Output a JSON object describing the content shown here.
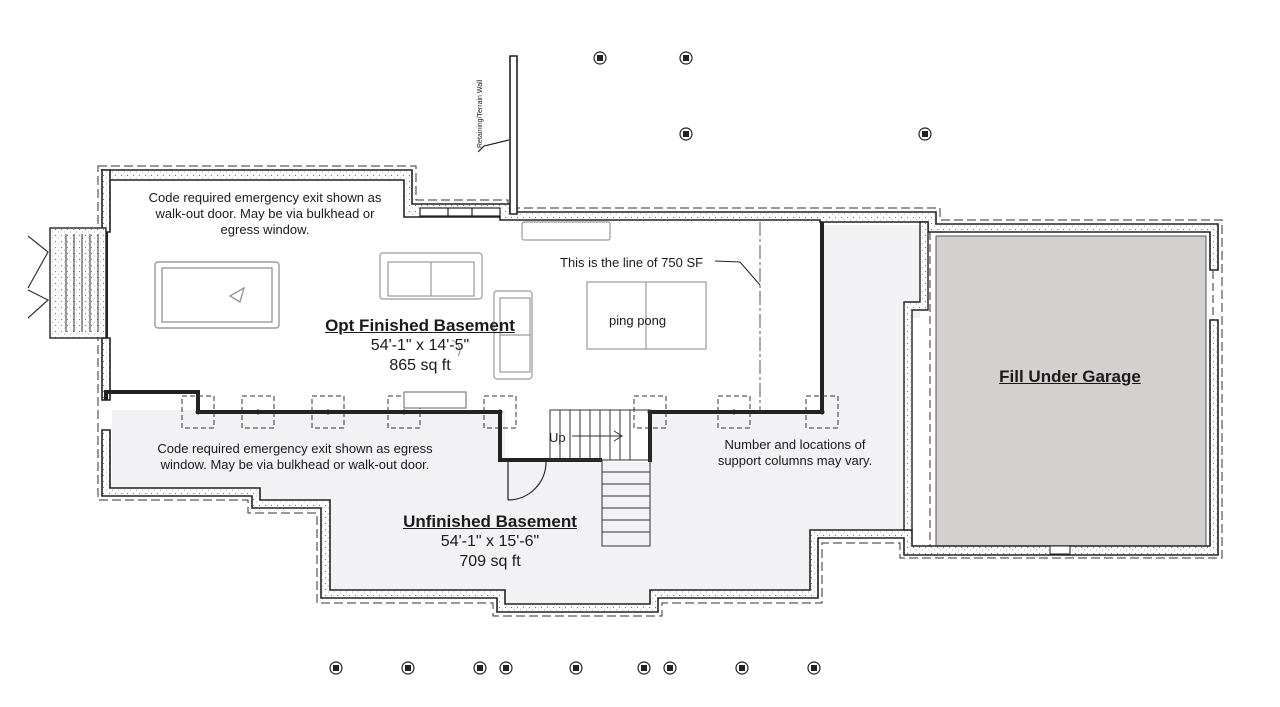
{
  "rooms": {
    "finished": {
      "title": "Opt Finished Basement",
      "dimensions": "54'-1\" x 14'-5\"",
      "area": "865 sq ft"
    },
    "unfinished": {
      "title": "Unfinished Basement",
      "dimensions": "54'-1\" x 15'-6\"",
      "area": "709 sq ft"
    },
    "garage": {
      "title": "Fill Under Garage"
    }
  },
  "notes": {
    "walkout_line1": "Code required emergency exit shown as",
    "walkout_line2": "walk-out door. May be via bulkhead or",
    "walkout_line3": "egress window.",
    "egress_line1": "Code required emergency exit shown as egress",
    "egress_line2": "window. May be via bulkhead or walk-out door.",
    "columns_line1": "Number and locations of",
    "columns_line2": "support columns may vary.",
    "line_750": "This is the line of 750 SF",
    "ping_pong": "ping pong",
    "stairs_up": "Up",
    "retaining_wall": "Retaining/Terrain Wall"
  },
  "colors": {
    "wall": "#222222",
    "unfinished_fill": "#f2f2f4",
    "garage_fill": "#d3d0cf",
    "furniture": "#9a9a9a"
  }
}
